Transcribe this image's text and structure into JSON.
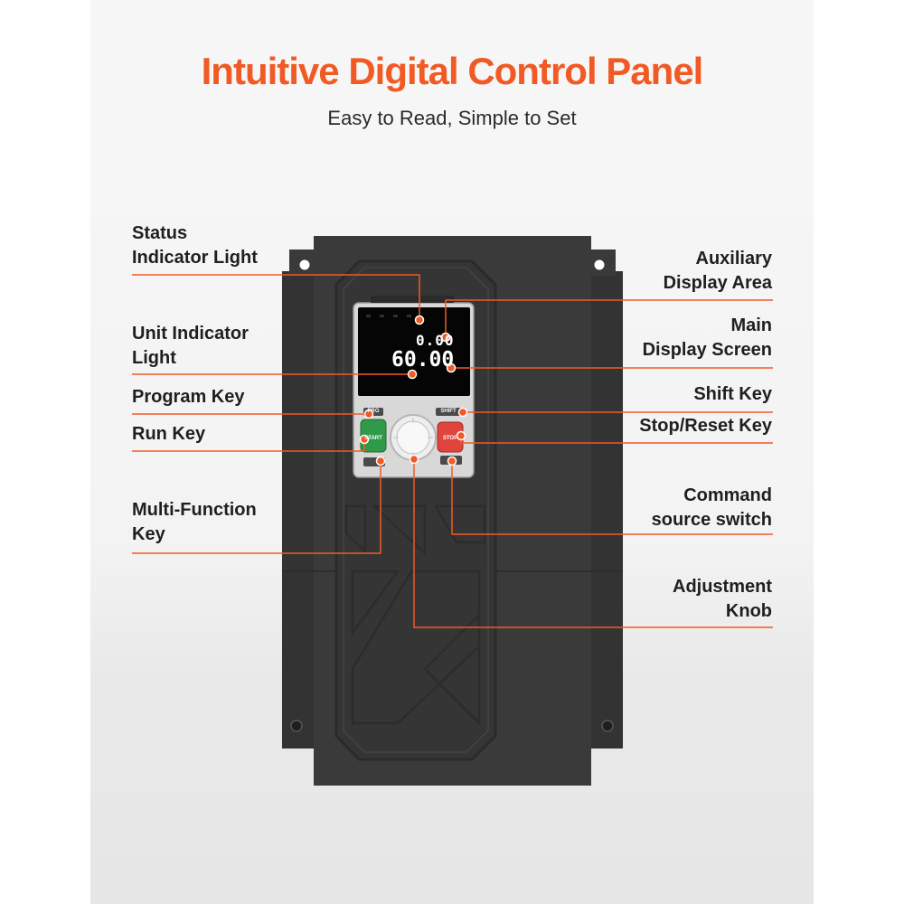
{
  "header": {
    "title": "Intuitive Digital Control Panel",
    "subtitle": "Easy to Read, Simple to Set"
  },
  "colors": {
    "accent": "#f15a24",
    "device_body": "#3a3a3b",
    "device_frame": "#2e2e2f",
    "start_key": "#2f9a4a",
    "stop_key": "#e0443c"
  },
  "display": {
    "auxiliary_value": "0.00",
    "main_value": "60.00"
  },
  "keys": {
    "prg": "PRG",
    "shift": "SHIFT",
    "start": "START",
    "stop": "STOP"
  },
  "labels": {
    "left": [
      {
        "id": "status-indicator-light",
        "lines": [
          "Status",
          "Indicator Light"
        ]
      },
      {
        "id": "unit-indicator-light",
        "lines": [
          "Unit Indicator",
          "Light"
        ]
      },
      {
        "id": "program-key",
        "lines": [
          "Program Key"
        ]
      },
      {
        "id": "run-key",
        "lines": [
          "Run Key"
        ]
      },
      {
        "id": "multi-function-key",
        "lines": [
          "Multi-Function",
          "Key"
        ]
      }
    ],
    "right": [
      {
        "id": "auxiliary-display-area",
        "lines": [
          "Auxiliary",
          "Display Area"
        ]
      },
      {
        "id": "main-display-screen",
        "lines": [
          "Main",
          "Display Screen"
        ]
      },
      {
        "id": "shift-key",
        "lines": [
          "Shift Key"
        ]
      },
      {
        "id": "stop-reset-key",
        "lines": [
          "Stop/Reset Key"
        ]
      },
      {
        "id": "command-source-switch",
        "lines": [
          "Command",
          "source switch"
        ]
      },
      {
        "id": "adjustment-knob",
        "lines": [
          "Adjustment",
          "Knob"
        ]
      }
    ]
  }
}
